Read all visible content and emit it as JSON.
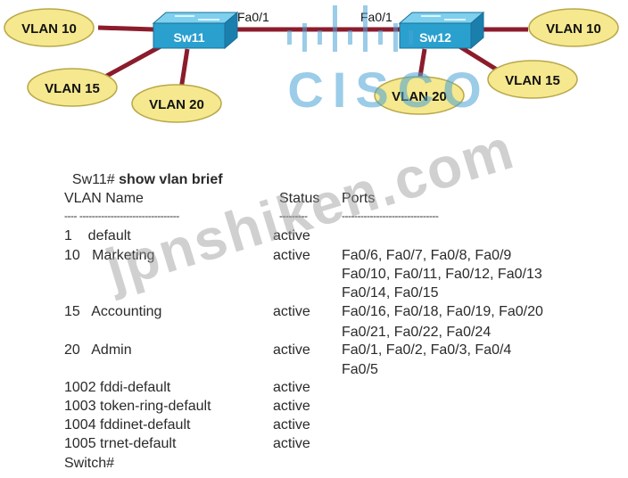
{
  "diagram": {
    "switches": [
      {
        "id": "sw11",
        "label": "Sw11"
      },
      {
        "id": "sw12",
        "label": "Sw12"
      }
    ],
    "ports": {
      "left": "Fa0/1",
      "right": "Fa0/1"
    },
    "vlans": [
      {
        "id": "l10",
        "label": "VLAN 10"
      },
      {
        "id": "l15",
        "label": "VLAN 15"
      },
      {
        "id": "l20",
        "label": "VLAN 20"
      },
      {
        "id": "r10",
        "label": "VLAN 10"
      },
      {
        "id": "r15",
        "label": "VLAN 15"
      },
      {
        "id": "r20",
        "label": "VLAN 20"
      }
    ],
    "colors": {
      "bubble": "#f5e88e",
      "link": "#8b1c2c",
      "switch": "#2aa0cf"
    }
  },
  "watermark": {
    "logo": "CISCO",
    "text": "jpnshiken.com"
  },
  "terminal": {
    "prompt": "Sw11#",
    "command": "show vlan brief",
    "header": {
      "vlan_name": "VLAN Name",
      "status": "Status",
      "ports": "Ports"
    },
    "divider": {
      "name": "---- --------------------------------",
      "status": "---------",
      "ports": "-------------------------------"
    },
    "rows": [
      {
        "name": "1    default",
        "status": "active",
        "ports": ""
      },
      {
        "name": "10   Marketing",
        "status": "active",
        "ports": "Fa0/6, Fa0/7, Fa0/8, Fa0/9"
      },
      {
        "name": "",
        "status": "",
        "ports": "Fa0/10, Fa0/11, Fa0/12, Fa0/13"
      },
      {
        "name": "",
        "status": "",
        "ports": "Fa0/14, Fa0/15"
      },
      {
        "name": "15   Accounting",
        "status": "active",
        "ports": "Fa0/16, Fa0/18, Fa0/19, Fa0/20"
      },
      {
        "name": "",
        "status": "",
        "ports": "Fa0/21, Fa0/22, Fa0/24"
      },
      {
        "name": "20   Admin",
        "status": "active",
        "ports": "Fa0/1, Fa0/2, Fa0/3, Fa0/4"
      },
      {
        "name": "",
        "status": "",
        "ports": "Fa0/5"
      },
      {
        "name": "1002 fddi-default",
        "status": "active",
        "ports": ""
      },
      {
        "name": "1003 token-ring-default",
        "status": "active",
        "ports": ""
      },
      {
        "name": "1004 fddinet-default",
        "status": "active",
        "ports": ""
      },
      {
        "name": "1005 trnet-default",
        "status": "active",
        "ports": ""
      }
    ],
    "end_prompt": "Switch#"
  }
}
